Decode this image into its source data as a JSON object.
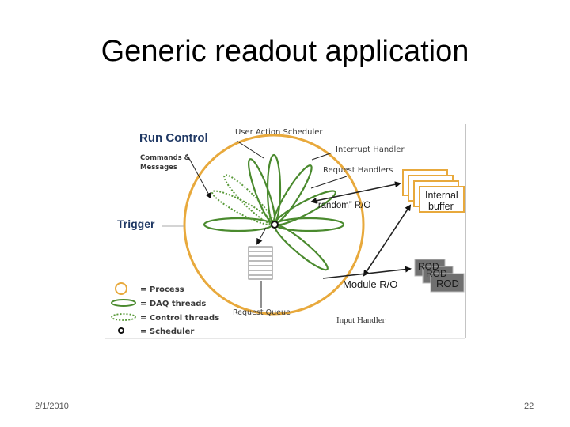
{
  "slide": {
    "title": "Generic readout application",
    "date": "2/1/2010",
    "page_number": "22"
  },
  "diagram": {
    "run_control": "Run Control",
    "commands": [
      "Commands &",
      "Messages"
    ],
    "trigger": "Trigger",
    "user_action_scheduler": "User Action Scheduler",
    "interrupt_handler": "Interrupt Handler",
    "request_handlers": "Request Handlers",
    "random_ro": "“random” R/O",
    "internal_buffer": [
      "Internal",
      "buffer"
    ],
    "request_queue": "Request Queue",
    "module_ro": "Module  R/O",
    "input_handler": "Input Handler",
    "rod_label": "ROD",
    "legend": [
      {
        "symbol": "process",
        "text": "= Process"
      },
      {
        "symbol": "daq",
        "text": "= DAQ threads"
      },
      {
        "symbol": "control",
        "text": "= Control threads"
      },
      {
        "symbol": "scheduler",
        "text": "= Scheduler"
      }
    ],
    "colors": {
      "process_circle": "#e8a93c",
      "daq_thread": "#4a8a2e",
      "control_thread": "#5a9a3a",
      "rod_box": "#707070",
      "heading": "#1f3864"
    }
  }
}
